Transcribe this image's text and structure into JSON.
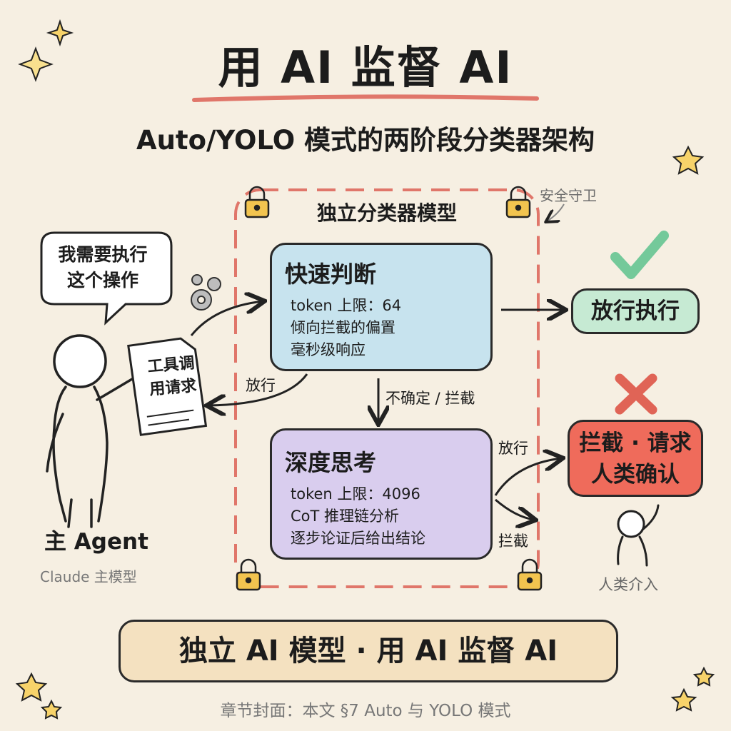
{
  "title": "用 AI 监督 AI",
  "subtitle": "Auto/YOLO 模式的两阶段分类器架构",
  "classifier": {
    "frame_title": "独立分类器模型",
    "guard_label": "安全守卫"
  },
  "agent": {
    "speech_line1": "我需要执行",
    "speech_line2": "这个操作",
    "paper_line1": "工具调",
    "paper_line2": "用请求",
    "label": "主 Agent",
    "sublabel": "Claude 主模型"
  },
  "fast": {
    "title": "快速判断",
    "lines": [
      "token 上限：64",
      "倾向拦截的偏置",
      "毫秒级响应"
    ]
  },
  "deep": {
    "title": "深度思考",
    "lines": [
      "token 上限：4096",
      "CoT 推理链分析",
      "逐步论证后给出结论"
    ]
  },
  "edges": {
    "fast_allow_back": "放行",
    "fast_to_deep": "不确定 / 拦截",
    "deep_allow": "放行",
    "deep_block": "拦截"
  },
  "outcomes": {
    "allow": "放行执行",
    "block_line1": "拦截 · 请求",
    "block_line2": "人类确认",
    "human_label": "人类介入"
  },
  "banner": "独立 AI 模型 · 用 AI 监督 AI",
  "caption": "章节封面：本文 §7 Auto 与 YOLO 模式",
  "colors": {
    "frame": "#e0766a",
    "fast_fill": "#c7e3ee",
    "deep_fill": "#d9cdee",
    "allow_fill": "#c6ead3",
    "block_fill": "#ef6b5b",
    "check": "#74c99a",
    "cross": "#e06456",
    "bolt": "#f5c33b",
    "banner_fill": "#f4e1c0"
  },
  "icons": [
    "lock-icon",
    "gear-icon",
    "lightning-icon",
    "brain-icon",
    "lightbulb-icon",
    "check-icon",
    "cross-icon",
    "sparkle-icon",
    "star-icon"
  ]
}
